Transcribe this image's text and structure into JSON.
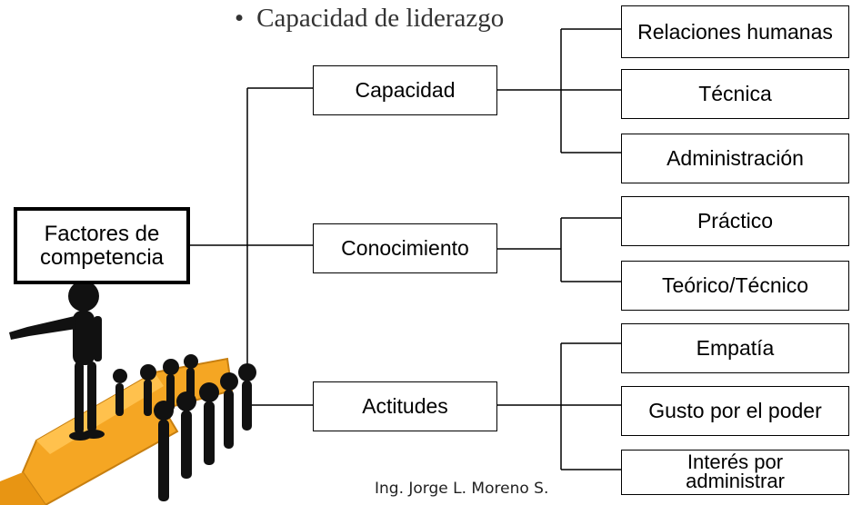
{
  "title": {
    "bullet": "•",
    "text": "Capacidad de liderazgo"
  },
  "root": {
    "line1": "Factores de",
    "line2": "competencia"
  },
  "categories": [
    {
      "label": "Capacidad",
      "items": [
        "Relaciones humanas",
        "Técnica",
        "Administración"
      ]
    },
    {
      "label": "Conocimiento",
      "items": [
        "Práctico",
        "Teórico/Técnico"
      ]
    },
    {
      "label": "Actitudes",
      "items": [
        "Empatía",
        "Gusto por el poder"
      ],
      "multiline_item": {
        "line1": "Interés por",
        "line2": "administrar"
      }
    }
  ],
  "credit": "Ing. Jorge L. Moreno S.",
  "colors": {
    "arrow": "#f5a623",
    "figure": "#111111",
    "border": "#000000"
  }
}
